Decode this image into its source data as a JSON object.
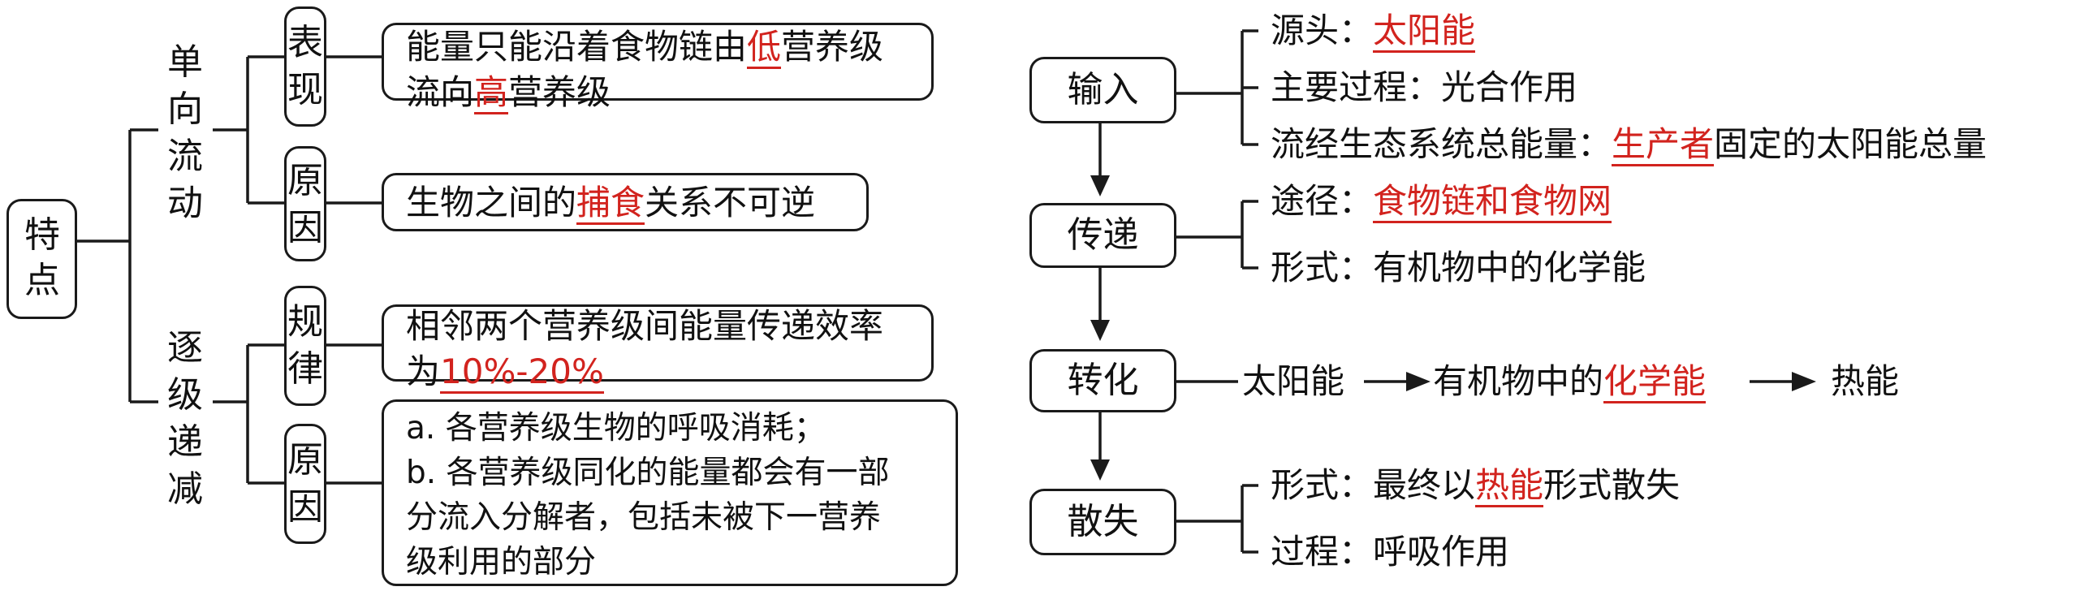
{
  "left": {
    "root": "特点",
    "branch1": {
      "label": "单向流动",
      "items": [
        {
          "tag": "表现",
          "parts": [
            "能量只能沿着食物链由",
            "低",
            "营养级",
            "流向",
            "高",
            "营养级"
          ]
        },
        {
          "tag": "原因",
          "parts": [
            "生物之间的",
            "捕食",
            "关系不可逆"
          ]
        }
      ]
    },
    "branch2": {
      "label": "逐级递减",
      "items": [
        {
          "tag": "规律",
          "parts": [
            "相邻两个营养级间能量传递效率",
            "为",
            "10%-20%"
          ]
        },
        {
          "tag": "原因",
          "lines": [
            "a. 各营养级生物的呼吸消耗；",
            "b. 各营养级同化的能量都会有一部",
            "分流入分解者，包括未被下一营养",
            "级利用的部分"
          ]
        }
      ]
    }
  },
  "right": {
    "input": {
      "label": "输入",
      "source_prefix": "源头：",
      "source_value": "太阳能",
      "process": "主要过程：光合作用",
      "total_prefix": "流经生态系统总能量：",
      "total_red": "生产者",
      "total_suffix": "固定的太阳能总量"
    },
    "transfer": {
      "label": "传递",
      "path_prefix": "途径：",
      "path_value": "食物链和食物网",
      "form": "形式：有机物中的化学能"
    },
    "transform": {
      "label": "转化",
      "step1": "太阳能",
      "step2_prefix": "有机物中的",
      "step2_red": "化学能",
      "step3": "热能"
    },
    "loss": {
      "label": "散失",
      "form_prefix": "形式：最终以",
      "form_red": "热能",
      "form_suffix": "形式散失",
      "process": "过程：呼吸作用"
    }
  },
  "colors": {
    "accent": "#d2231e",
    "line": "#1a1a1a"
  }
}
